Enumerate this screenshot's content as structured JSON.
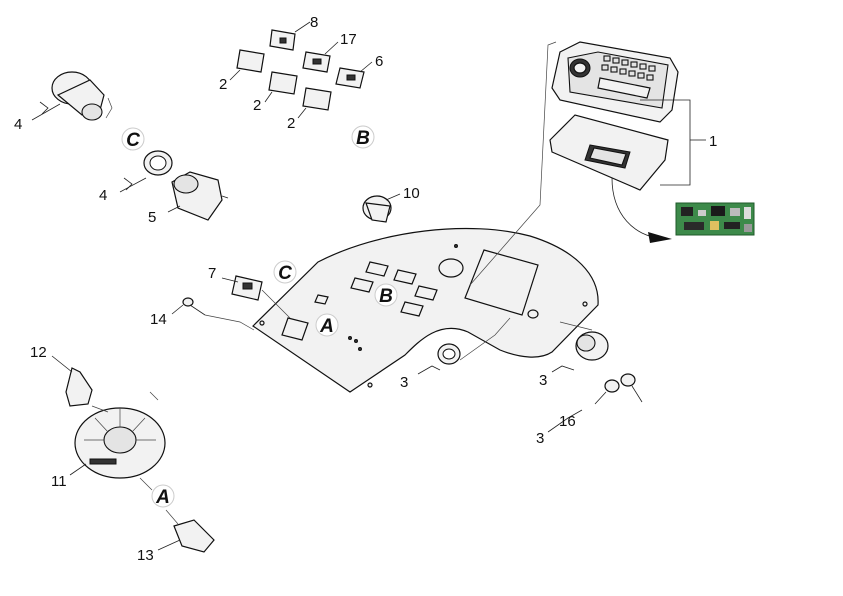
{
  "callouts": {
    "c1": "1",
    "c2a": "2",
    "c2b": "2",
    "c2c": "2",
    "c3a": "3",
    "c3b": "3",
    "c3c": "3",
    "c4a": "4",
    "c4b": "4",
    "c5": "5",
    "c6": "6",
    "c7": "7",
    "c8": "8",
    "c10": "10",
    "c11": "11",
    "c12": "12",
    "c13": "13",
    "c14": "14",
    "c16": "16",
    "c17": "17"
  },
  "connectors": {
    "a1": "A",
    "a2": "A",
    "b1": "B",
    "b2": "B",
    "c1": "C",
    "c2": "C"
  },
  "colors": {
    "line": "#111111",
    "pcb_green": "#3d8a4a"
  }
}
